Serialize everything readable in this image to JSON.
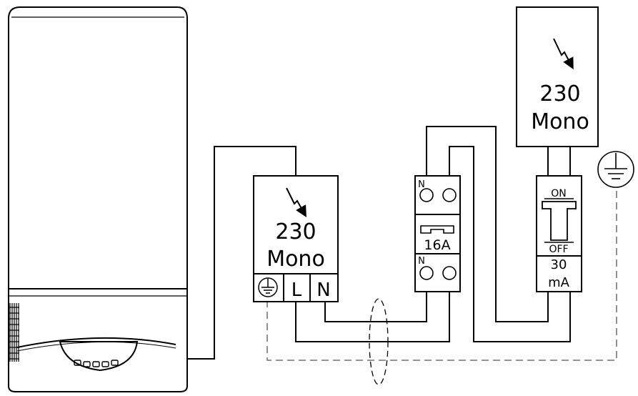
{
  "socket": {
    "voltage": "230",
    "phase": "Mono",
    "terminal_earth": "⏚",
    "terminal_l": "L",
    "terminal_n": "N"
  },
  "supply": {
    "voltage": "230",
    "phase": "Mono"
  },
  "breaker": {
    "top_label": "N",
    "rating": "16A",
    "bottom_label": "N"
  },
  "rcd": {
    "on_label": "ON",
    "off_label": "OFF",
    "sensitivity_value": "30",
    "sensitivity_unit": "mA"
  },
  "colors": {
    "line": "#000000",
    "background": "#ffffff"
  }
}
